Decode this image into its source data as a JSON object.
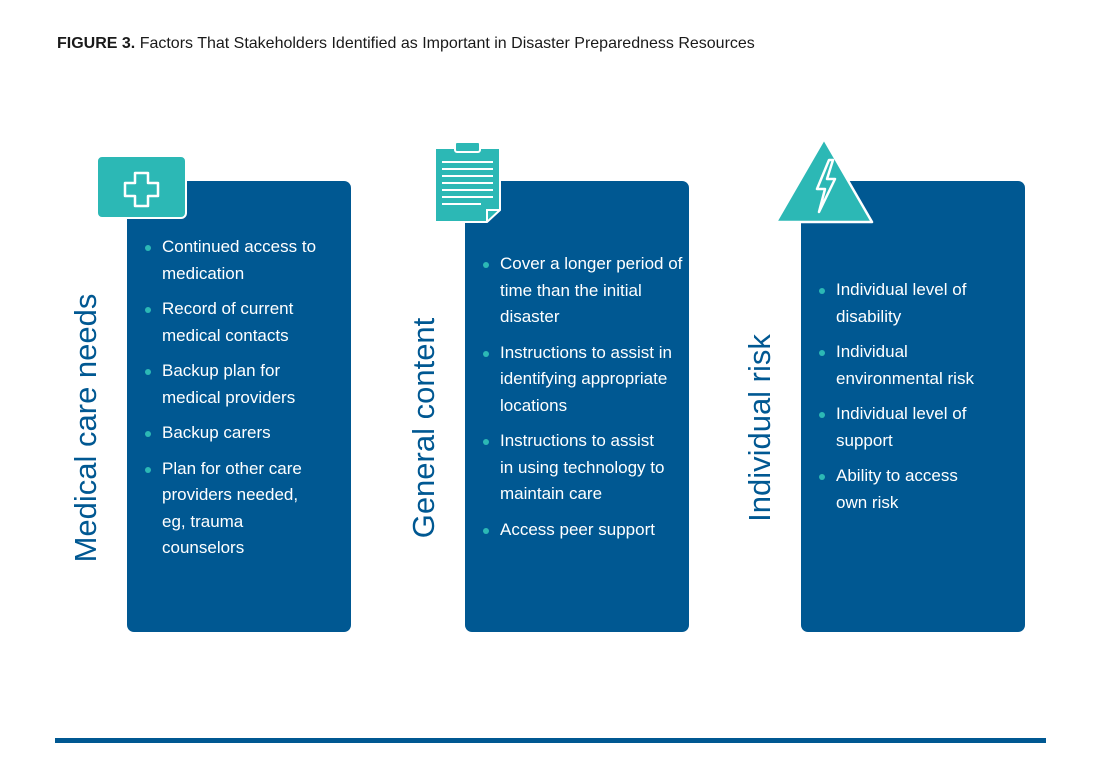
{
  "figure": {
    "label": "FIGURE 3.",
    "title": "Factors That Stakeholders Identified as Important in Disaster Preparedness Resources"
  },
  "columns": [
    {
      "heading": "Medical care needs",
      "icon": "medical-cross-icon",
      "items": [
        "Continued access to medication",
        "Record of current medical contacts",
        "Backup plan for medical providers",
        "Backup carers",
        "Plan for other care providers needed, eg, trauma counselors"
      ]
    },
    {
      "heading": "General content",
      "icon": "clipboard-document-icon",
      "items": [
        "Cover a longer period of time than the initial disaster",
        "Instructions to assist in identifying appropriate locations",
        "Instructions to assist in using technology to maintain care",
        "Access peer support"
      ]
    },
    {
      "heading": "Individual risk",
      "icon": "warning-lightning-icon",
      "items": [
        "Individual level of disability",
        "Individual environmental risk",
        "Individual level of support",
        "Ability to access own risk"
      ]
    }
  ],
  "colors": {
    "panel": "#005892",
    "accent": "#2cb8b5",
    "text_on_panel": "#ffffff"
  }
}
